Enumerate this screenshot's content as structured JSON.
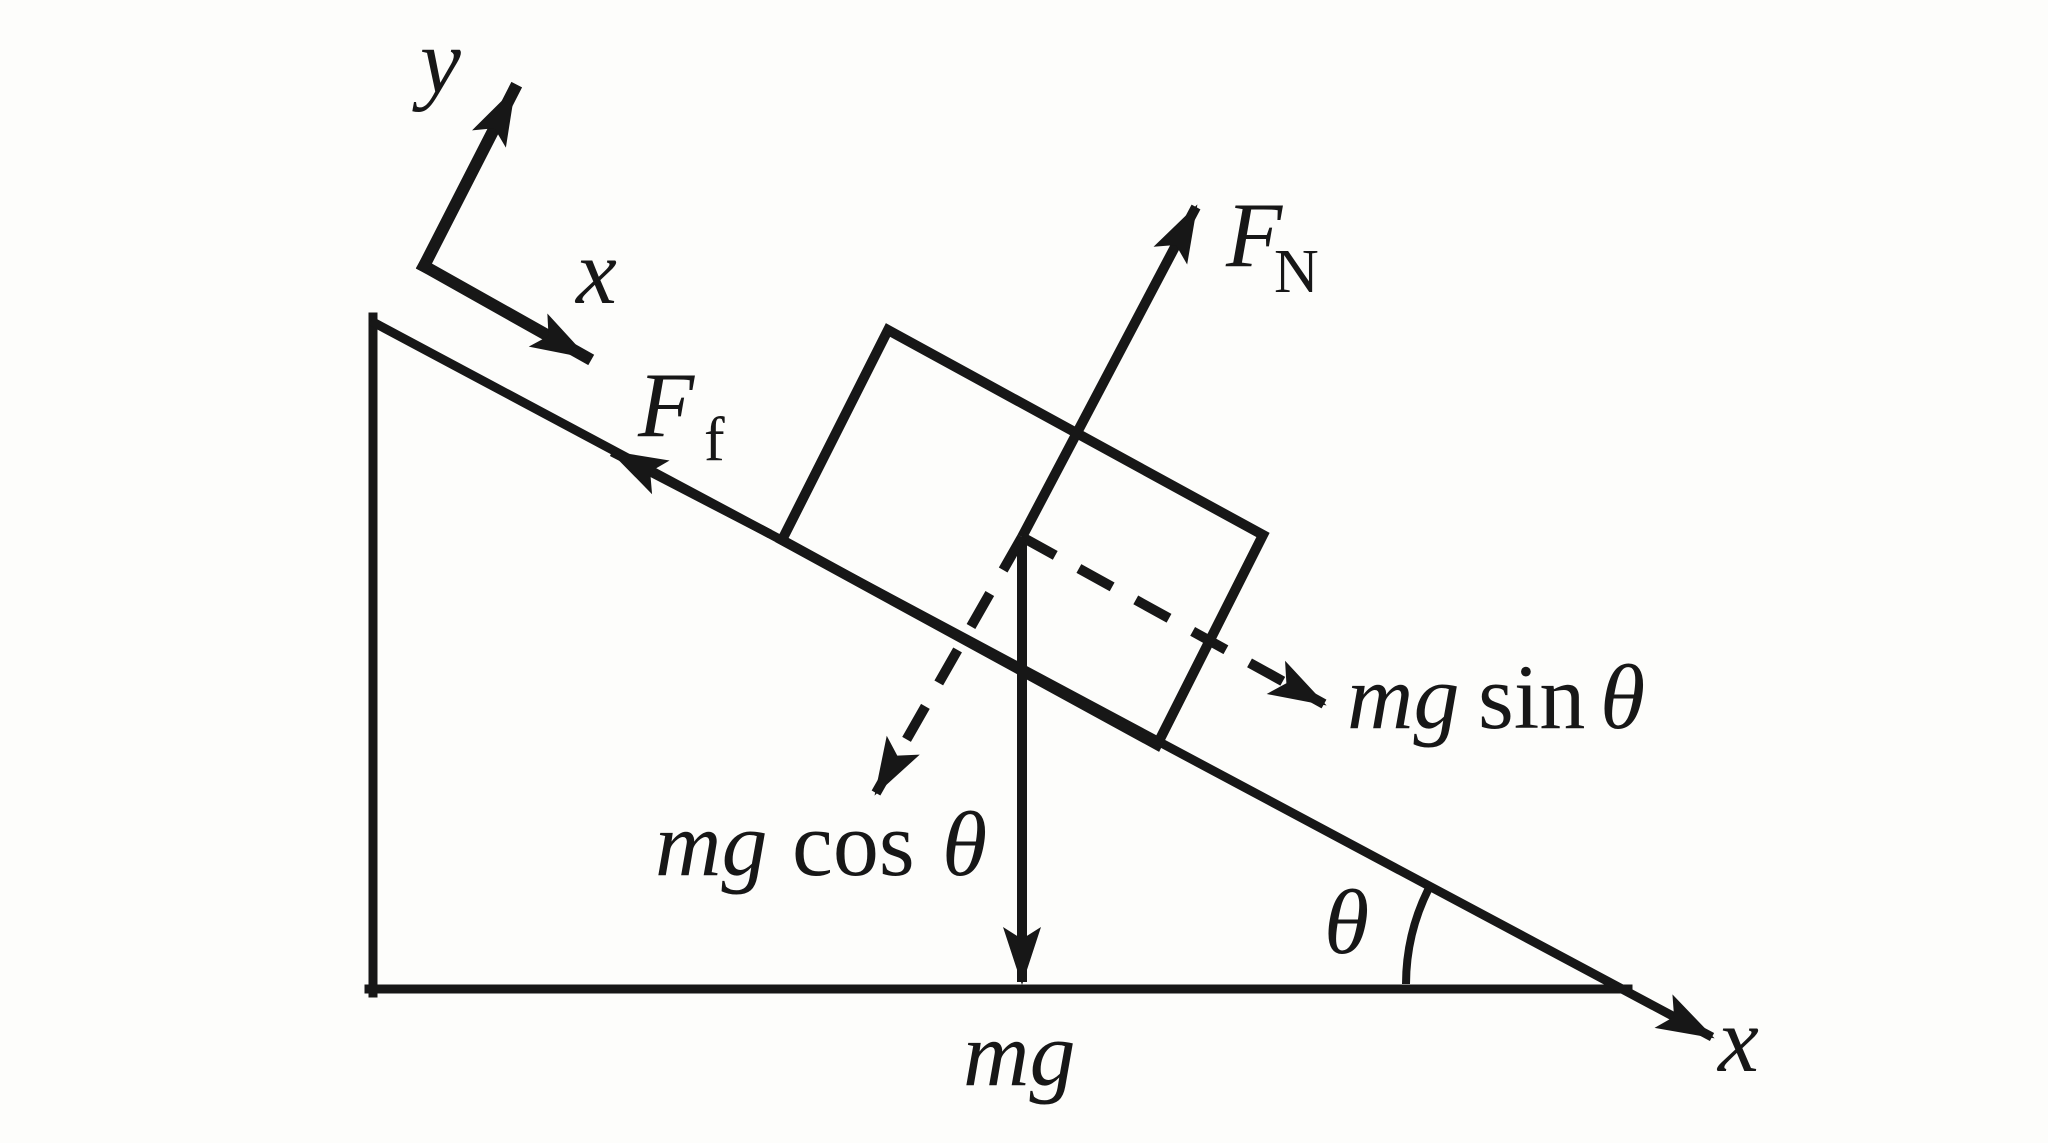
{
  "colors": {
    "background": "#fdfdfb",
    "ink": "#171717"
  },
  "labels": {
    "tilted_axis_y": "y",
    "tilted_axis_x": "x",
    "friction_symbol": "F",
    "friction_subscript": "f",
    "normal_symbol": "F",
    "normal_subscript": "N",
    "weight": "mg",
    "parallel_mg": "mg",
    "parallel_fn": "sin",
    "parallel_theta": "θ",
    "perp_mg": "mg",
    "perp_fn": "cos",
    "perp_theta": "θ",
    "incline_angle": "θ",
    "slope_axis_x": "x"
  }
}
